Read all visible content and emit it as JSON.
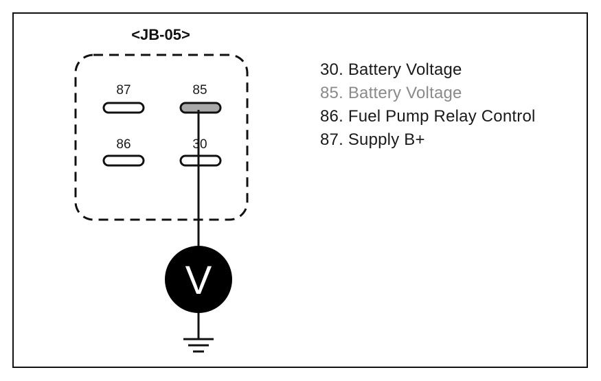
{
  "diagram": {
    "connector_label": "<JB-05>",
    "pins": [
      {
        "id": "87",
        "label": "87",
        "highlighted": false
      },
      {
        "id": "85",
        "label": "85",
        "highlighted": true
      },
      {
        "id": "86",
        "label": "86",
        "highlighted": false
      },
      {
        "id": "30",
        "label": "30",
        "highlighted": false
      }
    ],
    "meter_symbol": "V",
    "legend": [
      {
        "text": "30. Battery Voltage",
        "color": "#1a1a1a"
      },
      {
        "text": "85. Battery Voltage",
        "color": "#8a8a8a"
      },
      {
        "text": "86. Fuel Pump Relay Control",
        "color": "#1a1a1a"
      },
      {
        "text": "87. Supply B+",
        "color": "#1a1a1a"
      }
    ],
    "colors": {
      "line": "#111111",
      "pin_highlight": "#a9a9a9",
      "meter_fill": "#000000",
      "meter_text": "#ffffff"
    }
  }
}
